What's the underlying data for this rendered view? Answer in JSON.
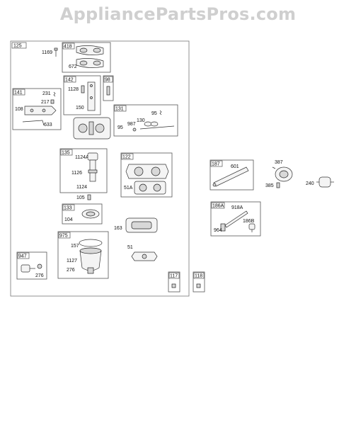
{
  "watermark": "AppliancePartsPros.com",
  "boxes": {
    "main": "125",
    "b418": "418",
    "b141": "141",
    "b142": "142",
    "b98": "98",
    "b131": "131",
    "b135": "135",
    "b122": "122",
    "b133": "133",
    "b975": "975",
    "b947": "947",
    "b117": "117",
    "b118": "118",
    "b187": "187",
    "b186a": "186A"
  },
  "labels": {
    "p1169": "1169",
    "p672": "672",
    "p231": "231",
    "p217": "217",
    "p108": "108",
    "p633": "633",
    "p1128": "1128",
    "p150": "150",
    "p95a": "95",
    "p987": "987",
    "p130": "130",
    "p95b": "95",
    "p1124a": "1124A",
    "p1126": "1126",
    "p1124": "1124",
    "p105": "105",
    "p51a": "51A",
    "p104": "104",
    "p163": "163",
    "p157": "157",
    "p51": "51",
    "p1127": "1127",
    "p276a": "276",
    "p276b": "276",
    "p601": "601",
    "p387": "387",
    "p385": "385",
    "p240": "240",
    "p918a": "918A",
    "p186b": "186B",
    "p964": "964"
  }
}
